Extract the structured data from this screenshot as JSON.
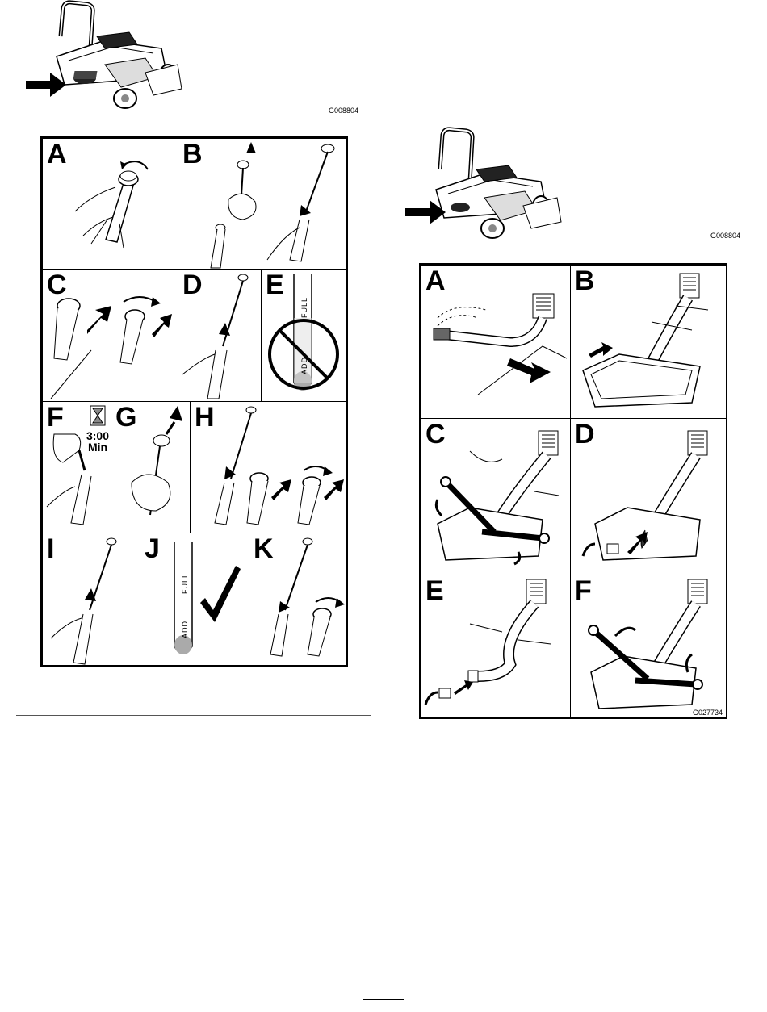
{
  "figure_top_left_id": "G008804",
  "figure_top_right_id": "G008804",
  "figure_bottom_right_id": "G027734",
  "left_panels": {
    "labels": [
      "A",
      "B",
      "C",
      "D",
      "E",
      "F",
      "G",
      "H",
      "I",
      "J",
      "K"
    ],
    "dipstick_text_add": "ADD",
    "dipstick_text_full": "FULL",
    "timer_value": "3:00",
    "timer_unit": "Min"
  },
  "right_panels": {
    "labels": [
      "A",
      "B",
      "C",
      "D",
      "E",
      "F"
    ]
  }
}
